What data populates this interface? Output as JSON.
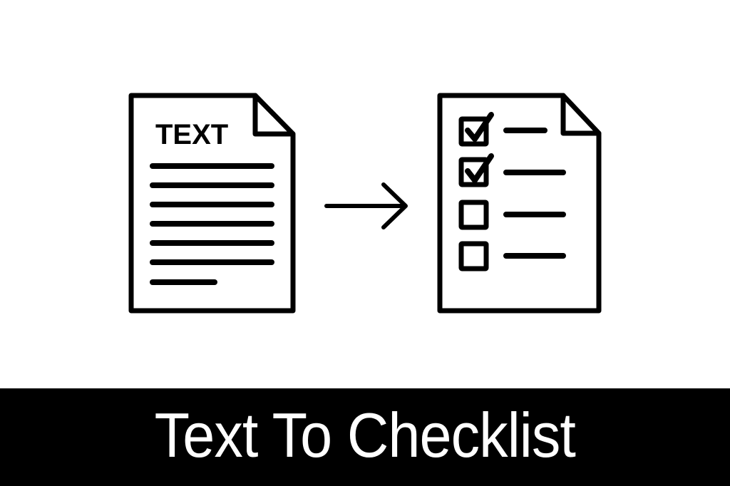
{
  "illustration": {
    "source_document": {
      "label": "TEXT",
      "text_line_count": 7
    },
    "arrow": {
      "direction": "right"
    },
    "checklist_document": {
      "items": [
        {
          "checked": true
        },
        {
          "checked": true
        },
        {
          "checked": false
        },
        {
          "checked": false
        }
      ]
    }
  },
  "banner": {
    "title": "Text To Checklist"
  },
  "colors": {
    "background": "#ffffff",
    "stroke": "#000000",
    "banner_background": "#000000",
    "banner_text": "#ffffff"
  }
}
